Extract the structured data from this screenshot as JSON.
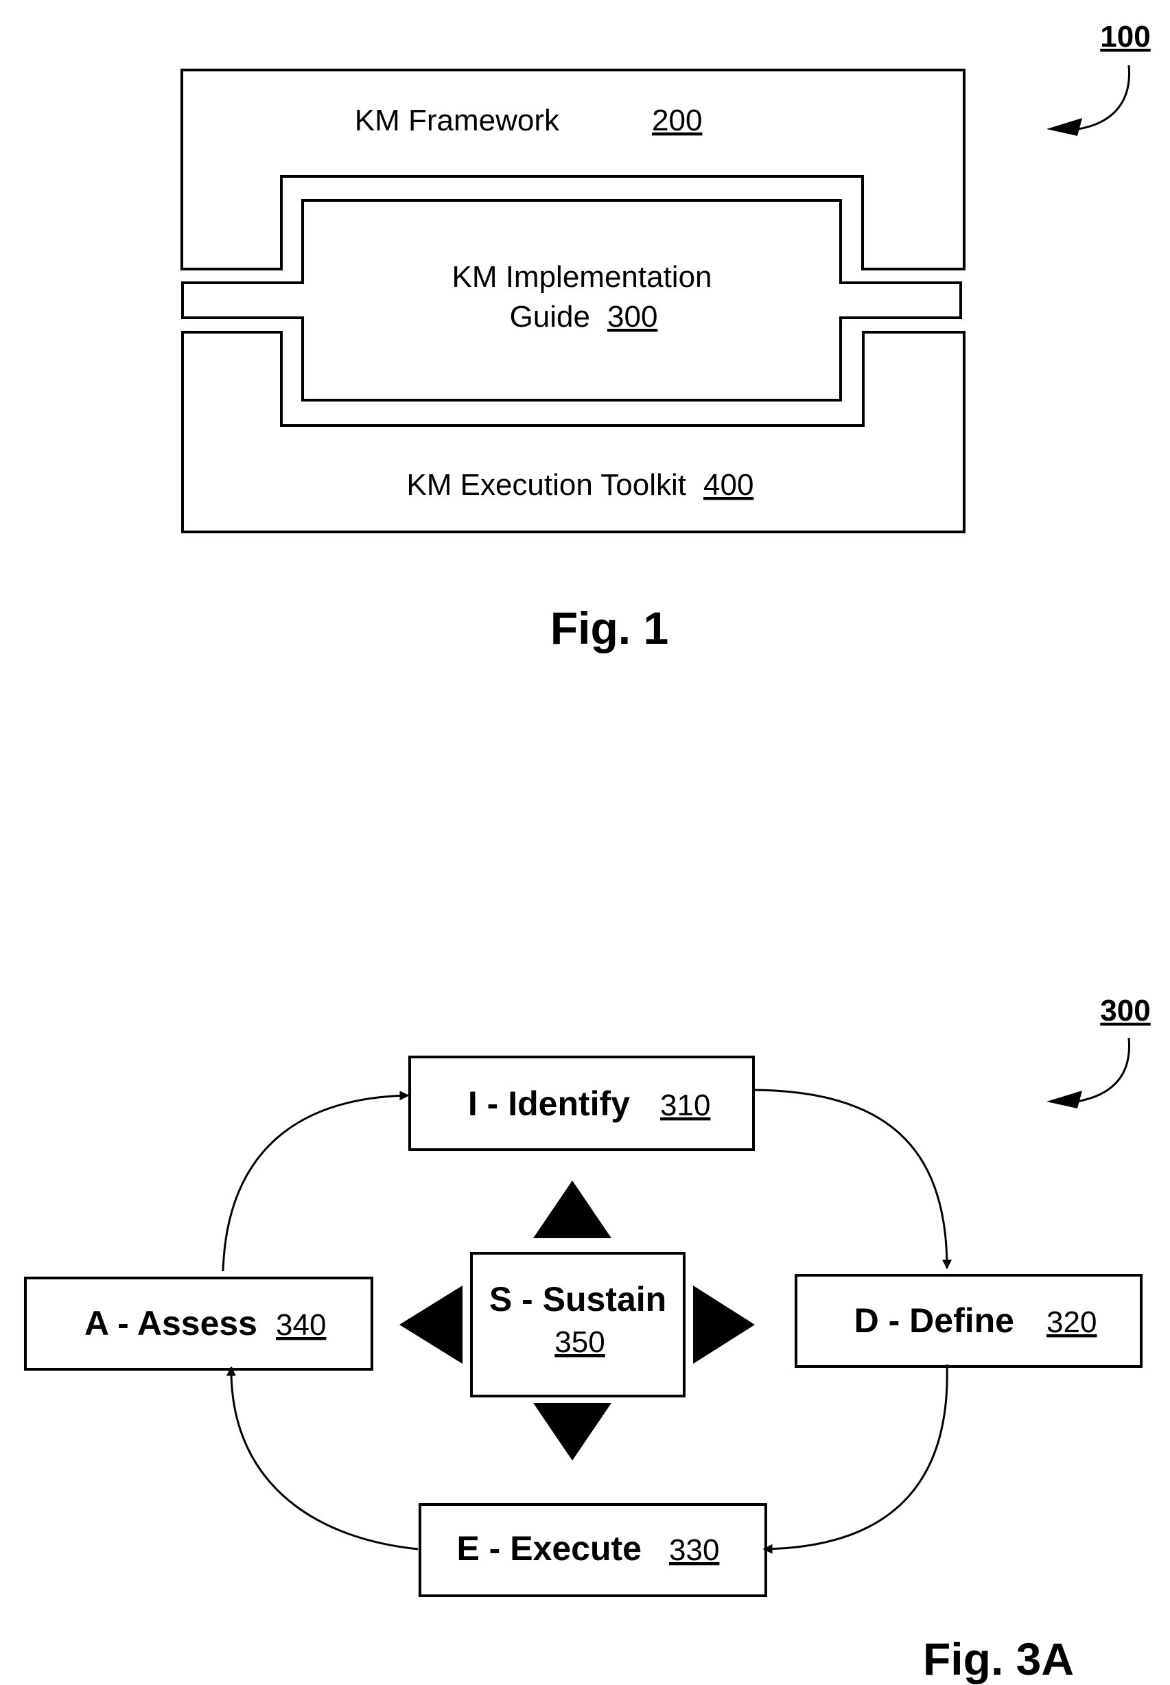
{
  "fig1": {
    "ref_number": "100",
    "framework": {
      "label": "KM Framework",
      "ref": "200"
    },
    "guide": {
      "label_line1": "KM Implementation",
      "label_line2": "Guide",
      "ref": "300"
    },
    "toolkit": {
      "label": "KM Execution Toolkit",
      "ref": "400"
    },
    "caption": "Fig. 1"
  },
  "fig3a": {
    "ref_number": "300",
    "identify": {
      "label": "I - Identify",
      "ref": "310"
    },
    "define": {
      "label": "D - Define",
      "ref": "320"
    },
    "execute": {
      "label": "E - Execute",
      "ref": "330"
    },
    "assess": {
      "label": "A - Assess",
      "ref": "340"
    },
    "sustain": {
      "label": "S - Sustain",
      "ref": "350"
    },
    "caption": "Fig. 3A"
  }
}
